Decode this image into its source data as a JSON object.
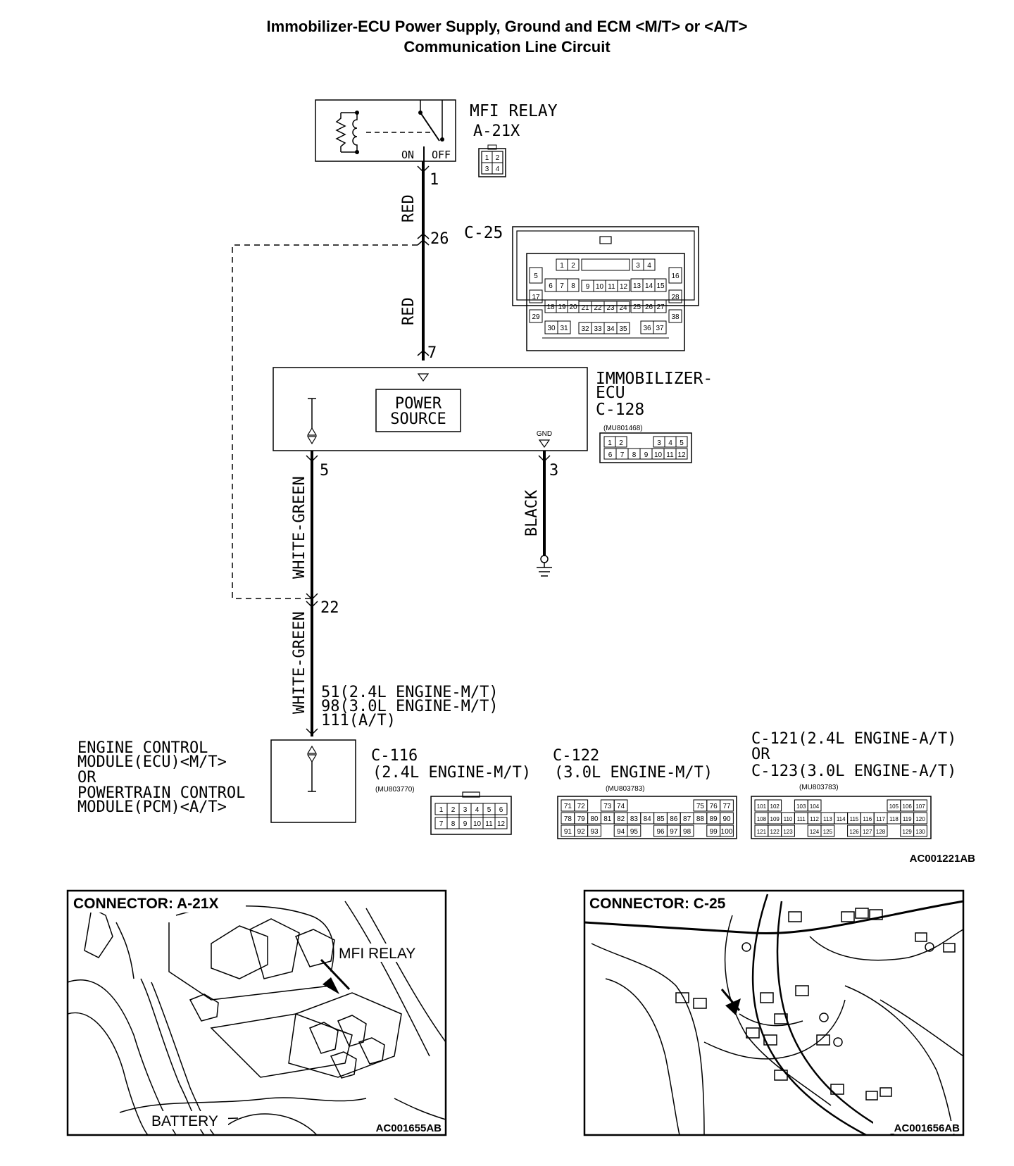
{
  "title": {
    "line1": "Immobilizer-ECU Power Supply, Ground and ECM <M/T> or <A/T>",
    "line2": "Communication Line Circuit"
  },
  "mfi_relay": {
    "label": "MFI RELAY",
    "connector": "A-21X",
    "switch_on": "ON",
    "switch_off": "OFF",
    "pins": [
      "1",
      "2",
      "3",
      "4"
    ],
    "output_pin": "1"
  },
  "wires": {
    "red_upper": "RED",
    "red_lower": "RED",
    "white_green_upper": "WHITE-GREEN",
    "white_green_lower": "WHITE-GREEN",
    "black": "BLACK"
  },
  "c25": {
    "label": "C-25",
    "pin_in": "26",
    "pin_out": "7",
    "pin_lower": "22",
    "rows": [
      [
        "1",
        "2",
        "3",
        "4"
      ],
      [
        "5",
        "6",
        "7",
        "8",
        "9",
        "10",
        "11",
        "12",
        "13",
        "14",
        "15",
        "16"
      ],
      [
        "17",
        "18",
        "19",
        "20",
        "21",
        "22",
        "23",
        "24",
        "25",
        "26",
        "27",
        "28"
      ],
      [
        "29",
        "30",
        "31",
        "32",
        "33",
        "34",
        "35",
        "36",
        "37",
        "38"
      ]
    ]
  },
  "immobilizer": {
    "label_line1": "IMMOBILIZER-",
    "label_line2": "ECU",
    "connector": "C-128",
    "part_no": "(MU801468)",
    "power_source_line1": "POWER",
    "power_source_line2": "SOURCE",
    "gnd": "GND",
    "pin_comm": "5",
    "pin_gnd": "3",
    "pins_row1": [
      "1",
      "2",
      "3",
      "4",
      "5"
    ],
    "pins_row2": [
      "6",
      "7",
      "8",
      "9",
      "10",
      "11",
      "12"
    ]
  },
  "ecm": {
    "label_lines": [
      "ENGINE CONTROL",
      "MODULE(ECU)<M/T>",
      "OR",
      "POWERTRAIN CONTROL",
      "MODULE(PCM)<A/T>"
    ],
    "pin_lines": [
      "51(2.4L ENGINE-M/T)",
      "98(3.0L ENGINE-M/T)",
      "111(A/T)"
    ]
  },
  "c116": {
    "label_line1": "C-116",
    "label_line2": "(2.4L ENGINE-M/T)",
    "part_no": "(MU803770)",
    "pins_row1": [
      "1",
      "2",
      "3",
      "4",
      "5",
      "6"
    ],
    "pins_row2": [
      "7",
      "8",
      "9",
      "10",
      "11",
      "12"
    ]
  },
  "c122": {
    "label_line1": "C-122",
    "label_line2": "(3.0L ENGINE-M/T)",
    "part_no": "(MU803783)",
    "pins_row1": [
      "71",
      "72",
      "73",
      "74",
      "75",
      "76",
      "77"
    ],
    "pins_row2": [
      "78",
      "79",
      "80",
      "81",
      "82",
      "83",
      "84",
      "85",
      "86",
      "87",
      "88",
      "89",
      "90"
    ],
    "pins_row3": [
      "91",
      "92",
      "93",
      "94",
      "95",
      "96",
      "97",
      "98",
      "99",
      "100"
    ]
  },
  "c121": {
    "label_line1": "C-121(2.4L ENGINE-A/T)",
    "label_line2": "OR",
    "label_line3": "C-123(3.0L ENGINE-A/T)",
    "part_no": "(MU803783)",
    "pins_row1": [
      "101",
      "102",
      "103",
      "104",
      "105",
      "106",
      "107"
    ],
    "pins_row2": [
      "108",
      "109",
      "110",
      "111",
      "112",
      "113",
      "114",
      "115",
      "116",
      "117",
      "118",
      "119",
      "120"
    ],
    "pins_row3": [
      "121",
      "122",
      "123",
      "124",
      "125",
      "126",
      "127",
      "128",
      "129",
      "130"
    ]
  },
  "figure_id_main": "AC001221AB",
  "panel_left": {
    "title": "CONNECTOR: A-21X",
    "callout_relay": "MFI RELAY",
    "callout_battery": "BATTERY",
    "figure_id": "AC001655AB"
  },
  "panel_right": {
    "title": "CONNECTOR: C-25",
    "figure_id": "AC001656AB"
  }
}
